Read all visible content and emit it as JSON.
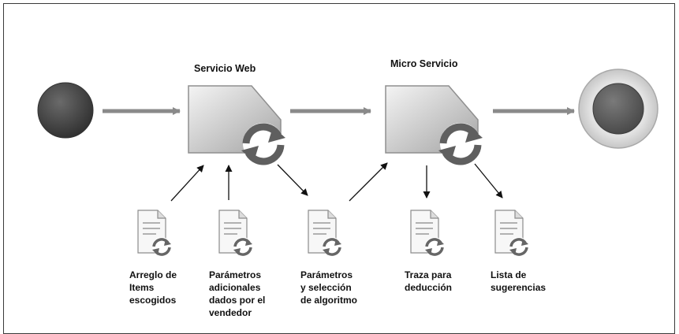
{
  "diagram": {
    "tasks": [
      {
        "id": "web",
        "title": "Servicio Web"
      },
      {
        "id": "micro",
        "title": "Micro Servicio"
      }
    ],
    "documents": [
      {
        "id": "doc1",
        "label": "Arreglo de\nItems\nescogidos"
      },
      {
        "id": "doc2",
        "label": "Parámetros\nadicionales\ndados por el\nvendedor"
      },
      {
        "id": "doc3",
        "label": "Parámetros\ny selección\nde algoritmo"
      },
      {
        "id": "doc4",
        "label": "Traza para\ndeducción"
      },
      {
        "id": "doc5",
        "label": "Lista de\nsugerencias"
      }
    ],
    "events": [
      {
        "id": "start",
        "type": "start",
        "color": "#444444"
      },
      {
        "id": "end",
        "type": "end",
        "color": "#5a5a5a",
        "ring_color": "#d4d4d4"
      }
    ],
    "flows": [
      {
        "from": "start",
        "to": "web",
        "style": "sequence"
      },
      {
        "from": "web",
        "to": "micro",
        "style": "sequence"
      },
      {
        "from": "micro",
        "to": "end",
        "style": "sequence"
      },
      {
        "from": "doc1",
        "to": "web",
        "style": "association"
      },
      {
        "from": "doc2",
        "to": "web",
        "style": "association"
      },
      {
        "from": "web",
        "to": "doc3",
        "style": "association"
      },
      {
        "from": "doc3",
        "to": "micro",
        "style": "association"
      },
      {
        "from": "micro",
        "to": "doc4",
        "style": "association"
      },
      {
        "from": "micro",
        "to": "doc5",
        "style": "association"
      }
    ],
    "colors": {
      "frame": "#3a3a3a",
      "sequence_arrow": "#8a8a8a",
      "association_arrow": "#111111",
      "task_fill_light": "#f2f2f2",
      "task_fill_dark": "#a8a8a8",
      "refresh_icon": "#5f5f5f"
    }
  }
}
